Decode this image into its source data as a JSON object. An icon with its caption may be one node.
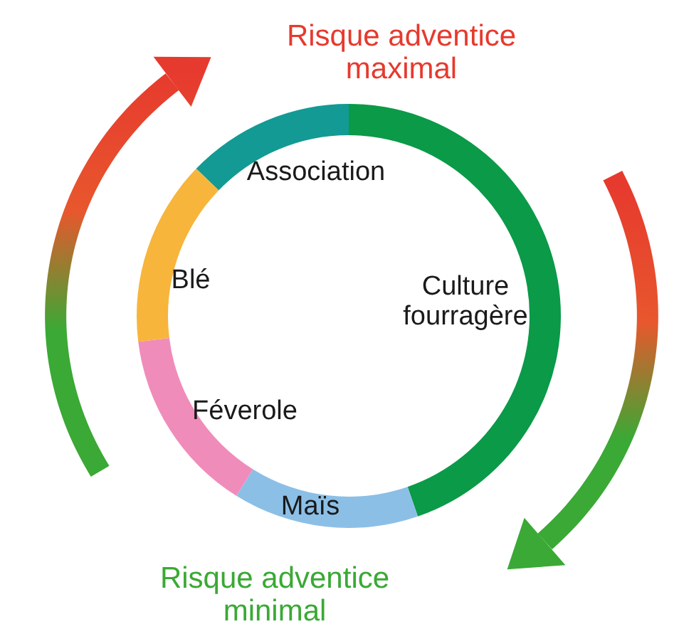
{
  "diagram": {
    "nodes": [
      {
        "text": [
          "Association"
        ]
      },
      {
        "text": [
          "Culture fourragère"
        ]
      },
      {
        "text": [
          "Maïs"
        ]
      },
      {
        "text": [
          "Féverole"
        ]
      },
      {
        "text": [
          "Blé"
        ]
      }
    ],
    "labels": [
      "Risque adventice maximal",
      "Risque adventice minimal"
    ]
  }
}
